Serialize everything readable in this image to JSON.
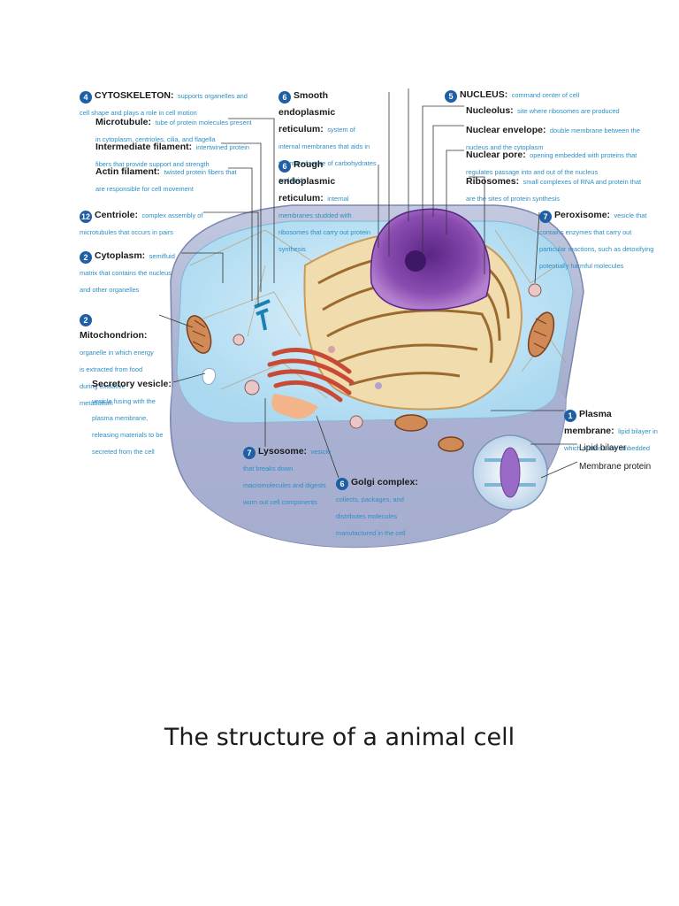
{
  "caption": "The structure of a animal cell",
  "colors": {
    "badge": "#1f5fa6",
    "description_text": "#2d8fc4",
    "cytoplasm": "#bfe3f5",
    "nucleus": "#7a3fa0",
    "rough_er": "#c99a5a",
    "golgi": "#c84a36",
    "membrane": "#9aa6c8"
  },
  "labels": {
    "cytoskeleton": {
      "number": "4",
      "title": "CYTOSKELETON:",
      "desc": "supports organelles and cell shape and plays a role in cell motion"
    },
    "microtubule": {
      "title": "Microtubule:",
      "desc": "tube of protein molecules present in cytoplasm, centrioles, cilia, and flagella"
    },
    "intermediate_filament": {
      "title": "Intermediate filament:",
      "desc": "intertwined protein fibers that provide support and strength"
    },
    "actin_filament": {
      "title": "Actin filament:",
      "desc": "twisted protein fibers that are responsible for cell movement"
    },
    "centriole": {
      "number": "12",
      "title": "Centriole:",
      "desc": "complex assembly of microtubules that occurs in pairs"
    },
    "cytoplasm": {
      "number": "2",
      "title": "Cytoplasm:",
      "desc": "semifluid matrix that contains the nucleus and other organelles"
    },
    "mitochondrion": {
      "number": "2",
      "title": "Mitochondrion:",
      "desc": "organelle in which energy is extracted from food during oxidative metabolism"
    },
    "secretory_vesicle": {
      "title": "Secretory vesicle:",
      "desc": "vesicle fusing with the plasma membrane, releasing materials to be secreted from the cell"
    },
    "smooth_er": {
      "number": "6",
      "title": "Smooth endoplasmic reticulum:",
      "desc": "system of internal membranes that aids in the manufacture of carbohydrates and lipids"
    },
    "rough_er": {
      "number": "6",
      "title": "Rough endoplasmic reticulum:",
      "desc": "internal membranes studded with ribosomes that carry out protein synthesis"
    },
    "nucleus": {
      "number": "5",
      "title": "NUCLEUS:",
      "desc": "command center of cell"
    },
    "nucleolus": {
      "title": "Nucleolus:",
      "desc": "site where ribosomes are produced"
    },
    "nuclear_envelope": {
      "title": "Nuclear envelope:",
      "desc": "double membrane between the nucleus and the cytoplasm"
    },
    "nuclear_pore": {
      "title": "Nuclear pore:",
      "desc": "opening embedded with proteins that regulates passage into and out of the nucleus"
    },
    "ribosomes": {
      "title": "Ribosomes:",
      "desc": "small complexes of RNA and protein that are the sites of protein synthesis"
    },
    "peroxisome": {
      "number": "7",
      "title": "Peroxisome:",
      "desc": "vesicle that contains enzymes that carry out particular reactions, such as detoxifying potentially harmful molecules"
    },
    "plasma_membrane": {
      "number": "1",
      "title": "Plasma membrane:",
      "desc": "lipid bilayer in which proteins are embedded"
    },
    "lipid_bilayer": {
      "title": "Lipid bilayer"
    },
    "membrane_protein": {
      "title": "Membrane protein"
    },
    "lysosome": {
      "number": "7",
      "title": "Lysosome:",
      "desc": "vesicle that breaks down macromolecules and digests worn out cell components"
    },
    "golgi": {
      "number": "6",
      "title": "Golgi complex:",
      "desc": "collects, packages, and distributes molecules manufactured in the cell"
    }
  }
}
